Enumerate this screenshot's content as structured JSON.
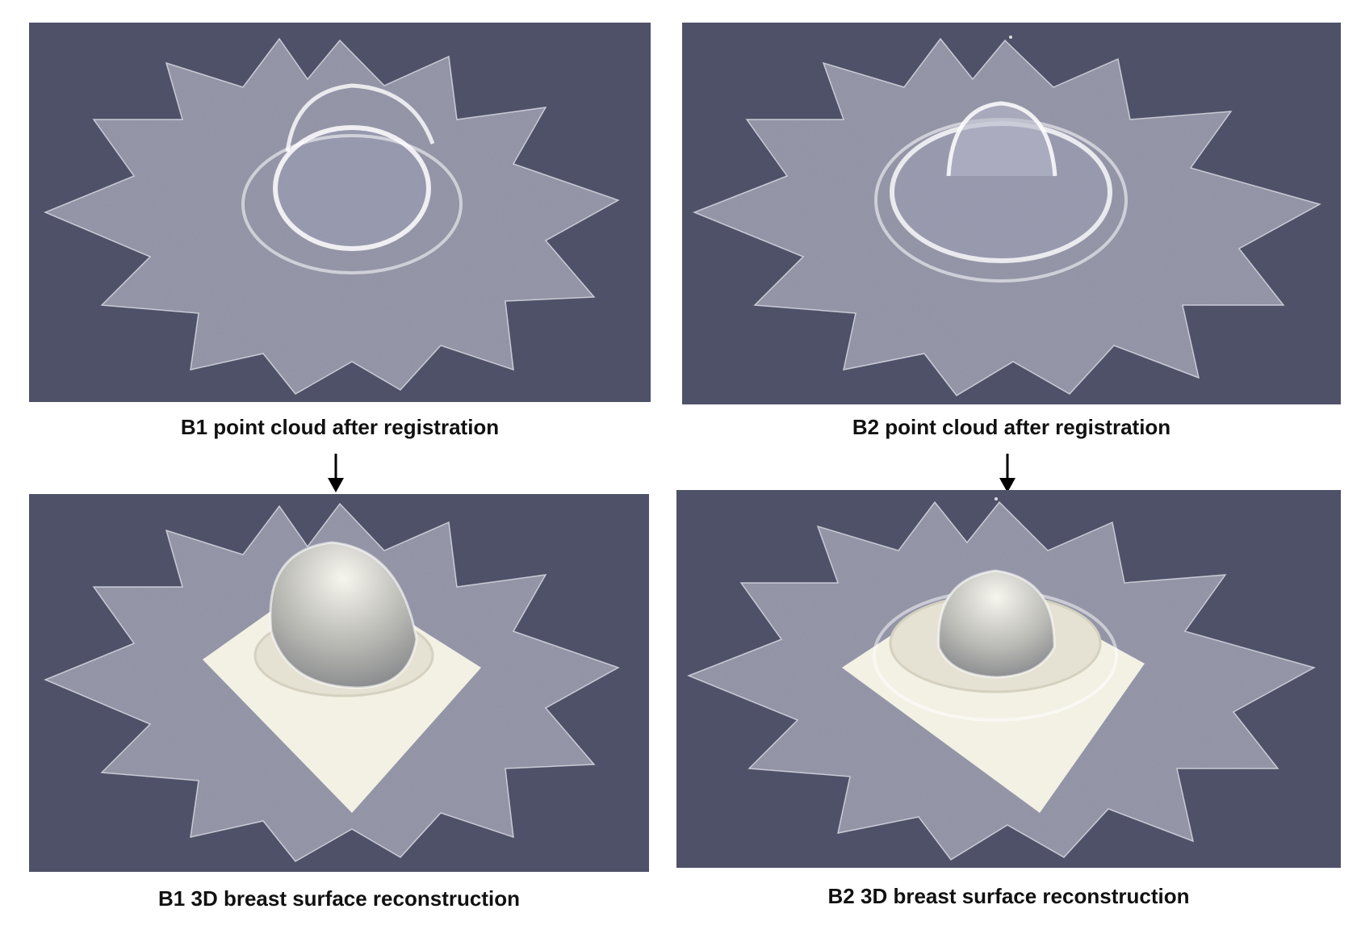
{
  "figure": {
    "panels": [
      {
        "id": "b1-cloud",
        "caption": "B1 point cloud after registration",
        "surface": false
      },
      {
        "id": "b2-cloud",
        "caption": "B2 point cloud after registration",
        "surface": false
      },
      {
        "id": "b1-recon",
        "caption": "B1 3D breast surface reconstruction",
        "surface": true
      },
      {
        "id": "b2-recon",
        "caption": "B2 3D breast surface reconstruction",
        "surface": true
      }
    ],
    "colors": {
      "panel_background": "#4f5168",
      "point_cloud": "#e8e9f0",
      "surface": "#f3f1e4",
      "caption_text": "#111111",
      "arrow": "#000000"
    },
    "arrow_icon": "arrow-down-icon"
  }
}
